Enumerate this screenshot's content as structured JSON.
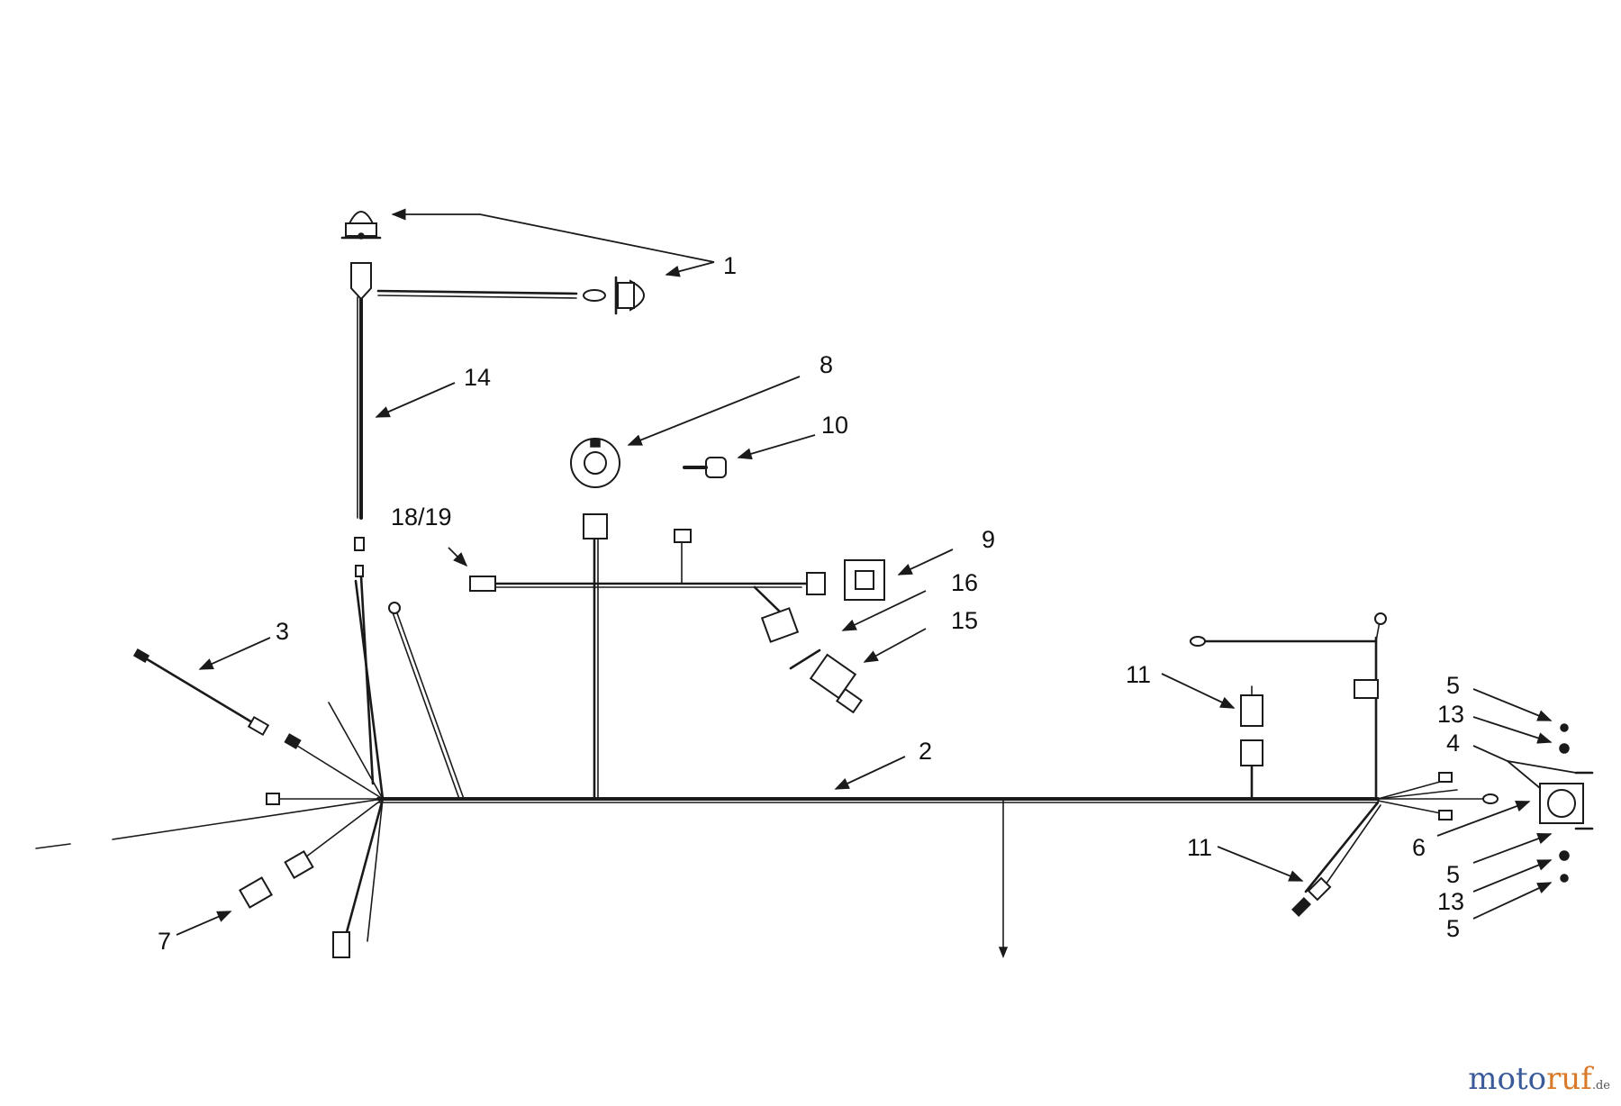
{
  "callouts": {
    "c1": "1",
    "c2": "2",
    "c3": "3",
    "c4": "4",
    "c5a": "5",
    "c5b": "5",
    "c5c": "5",
    "c6": "6",
    "c7": "7",
    "c8": "8",
    "c9": "9",
    "c10": "10",
    "c11a": "11",
    "c11b": "11",
    "c13a": "13",
    "c13b": "13",
    "c14": "14",
    "c15": "15",
    "c16": "16",
    "c1819": "18/19"
  },
  "watermark": {
    "part1": "moto",
    "part2": "ruf",
    "tld": ".de"
  },
  "colors": {
    "line": "#1a1a1a",
    "background": "#ffffff",
    "watermark_blue": "#3b5a9a",
    "watermark_orange": "#d9792a"
  }
}
